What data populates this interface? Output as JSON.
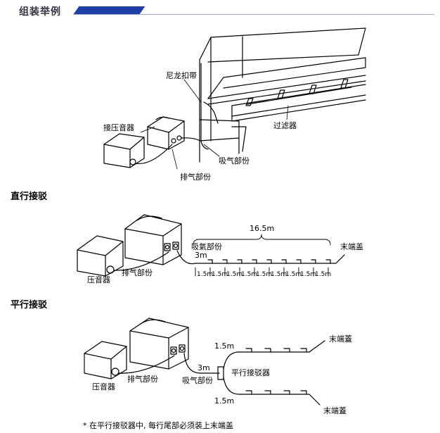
{
  "header": {
    "title": "组装举例"
  },
  "diagram1": {
    "labels": {
      "cable_tie": "尼龙扣带",
      "compressor": "接压音器",
      "filter": "过滤器",
      "suction": "吸气部份",
      "exhaust": "排气部份"
    }
  },
  "section2": {
    "title": "直行接驳",
    "labels": {
      "total_length": "16.5m",
      "suction": "吸氣部份",
      "tube_length": "3m",
      "end_cap": "末端盖",
      "compressor": "压音器",
      "exhaust": "排气部份"
    },
    "segments": [
      "1.5m",
      "1.5m",
      "1.5m",
      "1.5m",
      "1.5m",
      "1.5m",
      "1.5m",
      "1.5m",
      "1.5m"
    ]
  },
  "section3": {
    "title": "平行接驳",
    "labels": {
      "upper_length": "1.5m",
      "end_cap_top": "末端蓋",
      "tube_length": "3m",
      "connector": "平行接驳器",
      "compressor": "压音器",
      "exhaust": "排气部份",
      "suction": "吸气部份",
      "lower_length": "1.5m",
      "end_cap_bottom": "末端蓋"
    }
  },
  "footnote": "* 在平行接驳器中, 每行尾部必须装上末端盖"
}
